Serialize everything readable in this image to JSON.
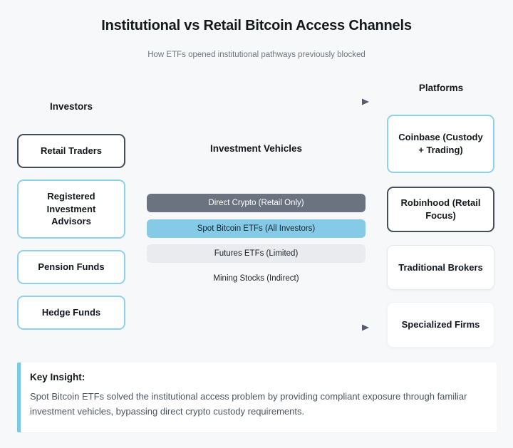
{
  "header": {
    "title": "Institutional vs Retail Bitcoin Access Channels",
    "subtitle": "How ETFs opened institutional pathways previously blocked"
  },
  "investors": {
    "heading": "Investors",
    "boxes": [
      {
        "label": "Retail Traders"
      },
      {
        "label": "Registered Investment Advisors"
      },
      {
        "label": "Pension Funds"
      },
      {
        "label": "Hedge Funds"
      }
    ]
  },
  "vehicles": {
    "heading": "Investment Vehicles",
    "bars": [
      {
        "label": "Direct Crypto (Retail Only)"
      },
      {
        "label": "Spot Bitcoin ETFs (All Investors)"
      },
      {
        "label": "Futures ETFs (Limited)"
      },
      {
        "label": "Mining Stocks (Indirect)"
      }
    ]
  },
  "platforms": {
    "heading": "Platforms",
    "boxes": [
      {
        "label": "Coinbase (Custody + Trading)"
      },
      {
        "label": "Robinhood (Retail Focus)"
      },
      {
        "label": "Traditional Brokers"
      },
      {
        "label": "Specialized Firms"
      }
    ]
  },
  "insight": {
    "heading": "Key Insight:",
    "body": "Spot Bitcoin ETFs solved the institutional access problem by providing compliant exposure through familiar investment vehicles, bypassing direct crypto custody requirements."
  },
  "colors": {
    "page_bg": "#f7f8fa",
    "accent_blue": "#85cbe8",
    "border_blue": "#8fd2ec",
    "border_dark": "#454f5b",
    "bar_dark": "#6b7280",
    "bar_light_gray": "#e9ebee",
    "insight_accent": "#7cc8e0"
  }
}
